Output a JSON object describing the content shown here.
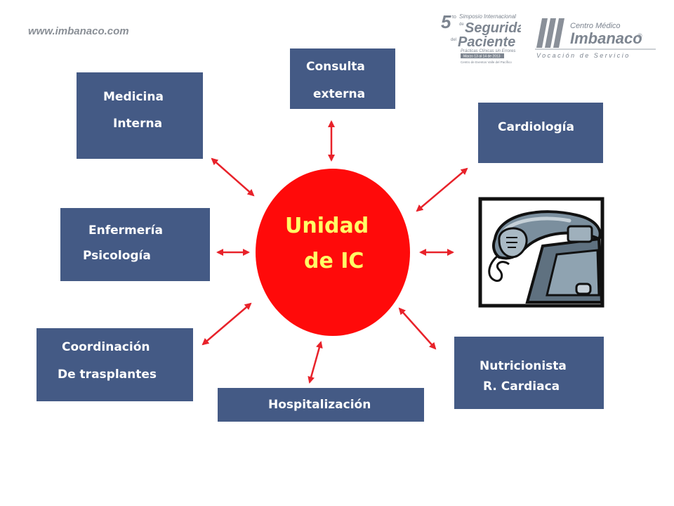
{
  "header": {
    "url": "www.imbanaco.com",
    "symposium": {
      "number": "5",
      "superscript": "to",
      "line1": "Simposio Internacional",
      "line2a": "de",
      "line2b": "Seguridad",
      "line3a": "del",
      "line3b": "Paciente",
      "line4": "Prácticas Clínicas sin Errores",
      "line5": "Marzo 13 al 14 de 2013",
      "line6": "Centro de Eventos Valle del Pacífico"
    },
    "imbanaco": {
      "name1": "Centro Médico",
      "name2": "Imbanaco",
      "reg": "®",
      "tagline": "Vocación de Servicio"
    }
  },
  "center": {
    "line1": "Unidad",
    "line2": "de IC"
  },
  "nodes": {
    "consulta": {
      "line1": "Consulta",
      "line2": "externa"
    },
    "medicina": {
      "line1": "Medicina",
      "line2": "Interna"
    },
    "cardiologia": {
      "line1": "Cardiología"
    },
    "enfermeria": {
      "line1": "Enfermería",
      "line2": "Psicología"
    },
    "coordinacion": {
      "line1": "Coordinación",
      "line2": "De trasplantes"
    },
    "hospitalizacion": {
      "line1": "Hospitalización"
    },
    "nutricionista": {
      "line1": "Nutricionista",
      "line2": "R. Cardiaca"
    },
    "telephone": {
      "icon": "telephone-icon"
    }
  },
  "colors": {
    "box": "#445a85",
    "center": "#ff0a0a",
    "center_text": "#ffff66",
    "arrow": "#e8222a"
  }
}
